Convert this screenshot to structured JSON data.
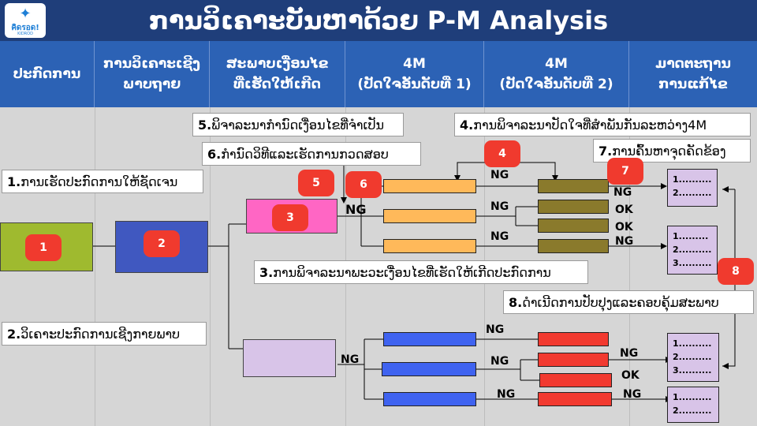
{
  "header": {
    "logo_brand": "คิดรอด!",
    "logo_sub": "KIDROD",
    "title": "ການວິເຄາະບັນຫາດ້ວຍ P-M Analysis",
    "columns": [
      "ປະກົດການ",
      "ການວິເຄາະເຊີງ\nພາບຖາຍ",
      "ສະພາບເງື່ອນໄຂ\nທີ່ເຮັດໃຫ້ເກີດ",
      "4M\n(ປັດໃຈອັນດັບທີ່ 1)",
      "4M\n(ປັດໃຈອັນດັບທີ່ 2)",
      "ມາດຕະຖານ\nການແກ້ໄຂ"
    ]
  },
  "steps": {
    "s1": {
      "num": "1.",
      "text": "ການເຮັດປະກົດການໃຫ້ຊັດເຈນ"
    },
    "s2": {
      "num": "2.",
      "text": "ວິເຄາະປະກົດການເຊີງກາຍພາບ"
    },
    "s3": {
      "num": "3.",
      "text": "ການພິຈາລະນາພະວະເງື່ອນໄຂທີ່ເຮັດໃຫ້ເກີດປະກົດການ"
    },
    "s4": {
      "num": "4.",
      "text": "ການພິຈາລະນາປັດໃຈທີ່ສຳພັນກັນລະຫວ່າງ4M"
    },
    "s5": {
      "num": "5.",
      "text": "ພິຈາລະນາກຳນົດເງື່ອນໄຂທີ່ຈຳເປັນ"
    },
    "s6": {
      "num": "6.",
      "text": "ກຳນົດວິທີແລະເຮັດການກວດສອບ"
    },
    "s7": {
      "num": "7.",
      "text": "ການຄົ້ນຫາຈຸດຄັດຂ້ອງ"
    },
    "s8": {
      "num": "8.",
      "text": "ດຳເນີດການປັບປຸງແລະຄອບຄຸ້ມສະພາບ"
    }
  },
  "badges": [
    "1",
    "2",
    "3",
    "4",
    "5",
    "6",
    "7",
    "8"
  ],
  "flow_labels": {
    "ng": "NG",
    "ok": "OK"
  },
  "notes": {
    "top1": "1..........\n2..........",
    "top2": "1.........\n2..........\n3..........",
    "bot1": "1..........\n2..........\n3..........",
    "bot2": "1..........\n2.........."
  },
  "colors": {
    "title_bg": "#1f3e7a",
    "header_bg": "#2c62b5",
    "badge": "#f03a2e",
    "box1": "#9fba2f",
    "box2": "#4058c0",
    "box3": "#ff66c4",
    "box_lower": "#d8c4e8",
    "bar_orange": "#ffb95a",
    "bar_olive": "#8a7a2c",
    "bar_blue": "#3f63f0",
    "bar_red": "#f23a30"
  }
}
